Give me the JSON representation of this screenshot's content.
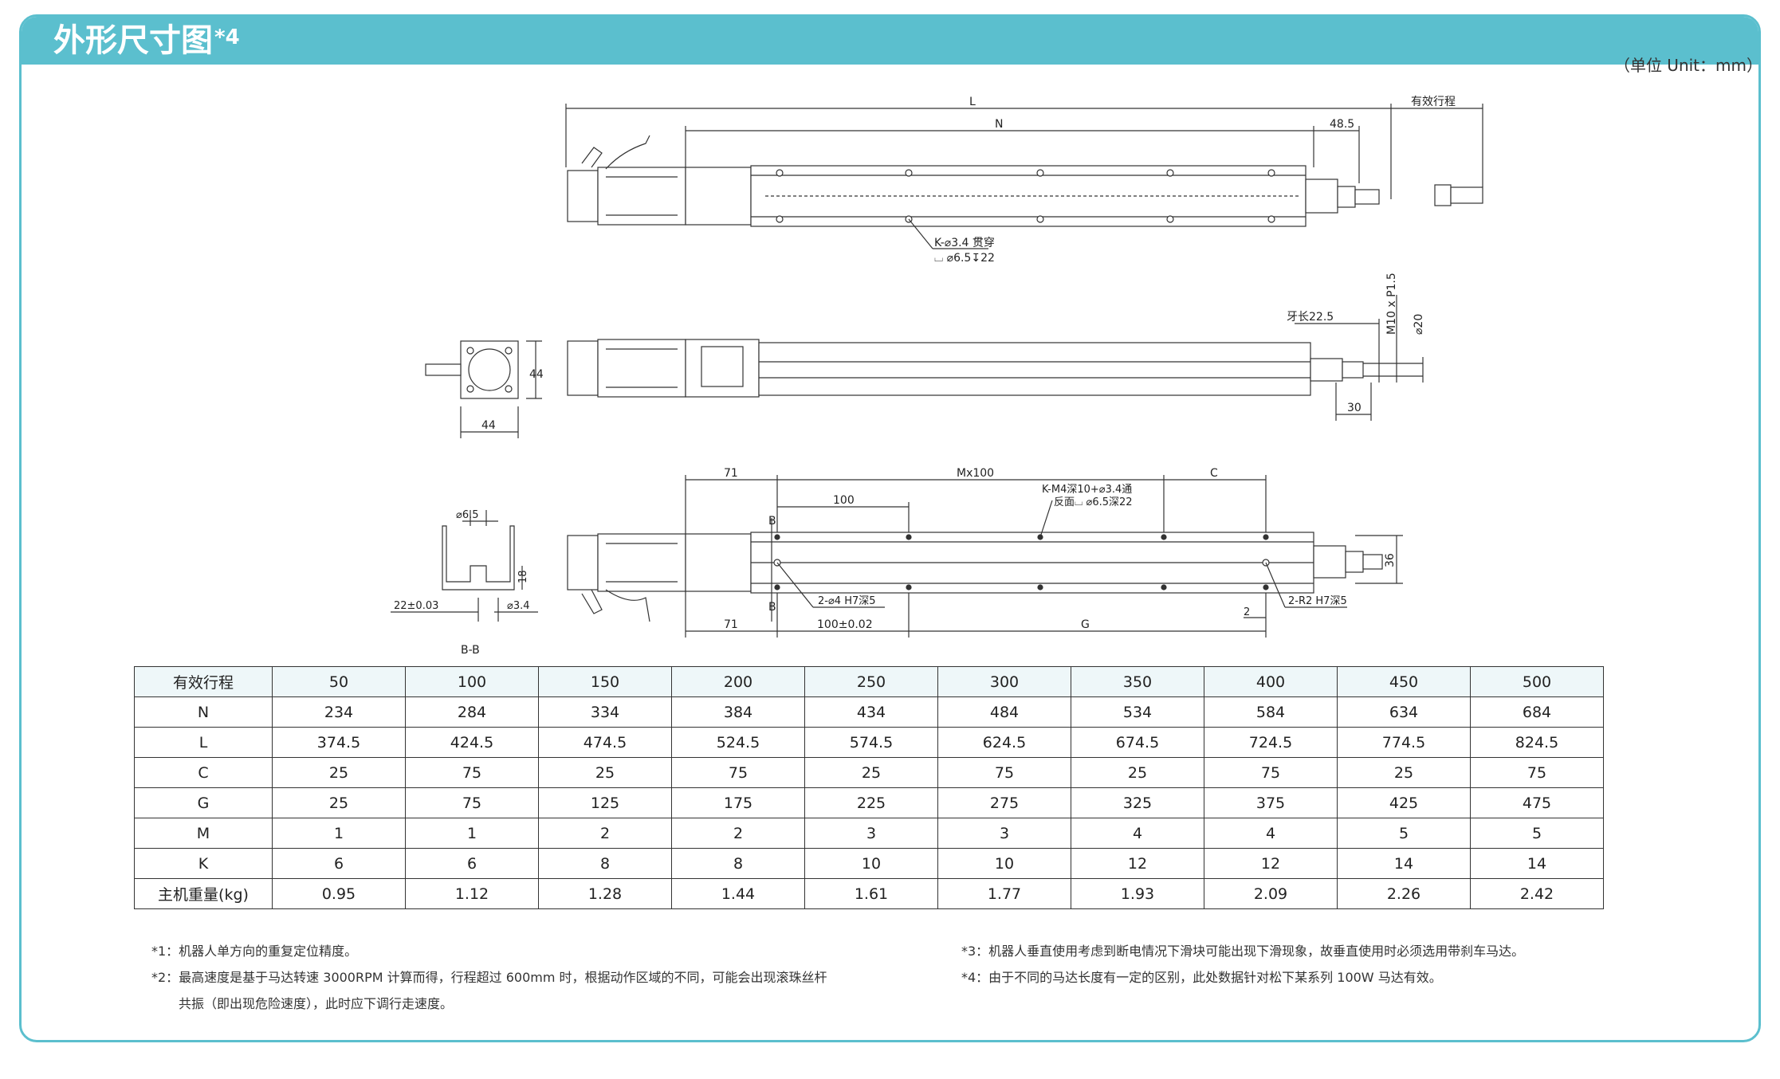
{
  "header": {
    "title": "外形尺寸图",
    "superscript": "*4"
  },
  "unit_label": "（单位 Unit：mm）",
  "dims": {
    "top_L": "L",
    "top_N": "N",
    "top_485": "48.5",
    "top_stroke": "有效行程",
    "top_hole_1": "K-⌀3.4 贯穿",
    "top_hole_2": "⌴ ⌀6.5↧22",
    "mid_44v": "44",
    "mid_44h": "44",
    "mid_thread": "牙长22.5",
    "mid_m10": "M10 x P1.5",
    "mid_d20": "⌀20",
    "mid_30": "30",
    "bot_71a": "71",
    "bot_mx100": "Mx100",
    "bot_c": "C",
    "bot_100": "100",
    "bot_km4_1": "K-M4深10+⌀3.4通",
    "bot_km4_2": "反面⌴ ⌀6.5深22",
    "bot_b1": "B",
    "bot_b2": "B",
    "bot_36": "36",
    "bot_hole_h7": "2-⌀4 H7深5",
    "bot_r2": "2-R2 H7深5",
    "bot_2": "2",
    "bot_71b": "71",
    "bot_100tol": "100±0.02",
    "bot_g": "G",
    "sec_d65": "⌀6.5",
    "sec_18": "18",
    "sec_22": "22±0.03",
    "sec_d34": "⌀3.4",
    "sec_bb": "B-B"
  },
  "table": {
    "rows": [
      {
        "label": "有效行程",
        "values": [
          "50",
          "100",
          "150",
          "200",
          "250",
          "300",
          "350",
          "400",
          "450",
          "500"
        ]
      },
      {
        "label": "N",
        "values": [
          "234",
          "284",
          "334",
          "384",
          "434",
          "484",
          "534",
          "584",
          "634",
          "684"
        ]
      },
      {
        "label": "L",
        "values": [
          "374.5",
          "424.5",
          "474.5",
          "524.5",
          "574.5",
          "624.5",
          "674.5",
          "724.5",
          "774.5",
          "824.5"
        ]
      },
      {
        "label": "C",
        "values": [
          "25",
          "75",
          "25",
          "75",
          "25",
          "75",
          "25",
          "75",
          "25",
          "75"
        ]
      },
      {
        "label": "G",
        "values": [
          "25",
          "75",
          "125",
          "175",
          "225",
          "275",
          "325",
          "375",
          "425",
          "475"
        ]
      },
      {
        "label": "M",
        "values": [
          "1",
          "1",
          "2",
          "2",
          "3",
          "3",
          "4",
          "4",
          "5",
          "5"
        ]
      },
      {
        "label": "K",
        "values": [
          "6",
          "6",
          "8",
          "8",
          "10",
          "10",
          "12",
          "12",
          "14",
          "14"
        ]
      },
      {
        "label": "主机重量(kg)",
        "values": [
          "0.95",
          "1.12",
          "1.28",
          "1.44",
          "1.61",
          "1.77",
          "1.93",
          "2.09",
          "2.26",
          "2.42"
        ]
      }
    ]
  },
  "notes": {
    "n1": "*1：机器人单方向的重复定位精度。",
    "n2a": "*2：最高速度是基于马达转速 3000RPM 计算而得，行程超过 600mm 时，根据动作区域的不同，可能会出现滚珠丝杆",
    "n2b": "共振（即出现危险速度），此时应下调行走速度。",
    "n3": "*3：机器人垂直使用考虑到断电情况下滑块可能出现下滑现象，故垂直使用时必须选用带刹车马达。",
    "n4": "*4：由于不同的马达长度有一定的区别，此处数据针对松下某系列 100W 马达有效。"
  },
  "colors": {
    "accent": "#5bbfce",
    "table_header": "#eef7f9"
  }
}
